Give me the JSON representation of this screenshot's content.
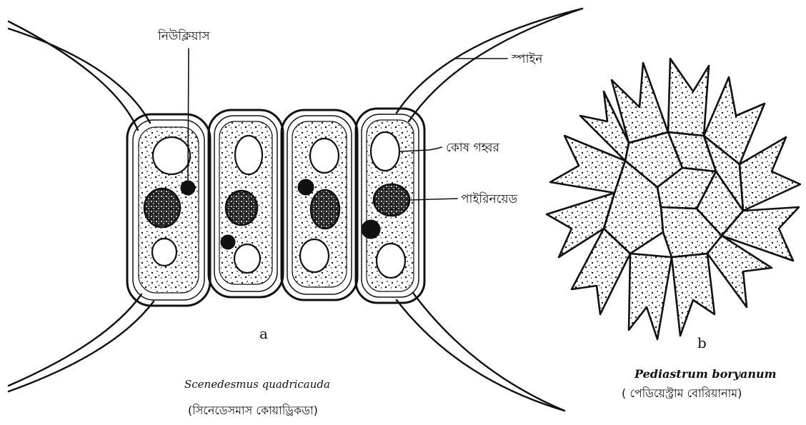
{
  "figure_a": {
    "panel_label": "a",
    "species_scientific": "Scenedesmus quadricauda",
    "species_local": "(সিনেডেসমাস কোয়াড্রিকডা)",
    "labels": {
      "nucleus": "নিউক্লিয়াস",
      "spine": "স্পাইন",
      "vacuole": "কোষ গহ্বর",
      "pyrenoid": "পাইরিনয়েড"
    }
  },
  "figure_b": {
    "panel_label": "b",
    "species_scientific": "Pediastrum boryanum",
    "species_local": "( পেডিয়েস্ট্রাম বোরিয়ানাম)"
  }
}
